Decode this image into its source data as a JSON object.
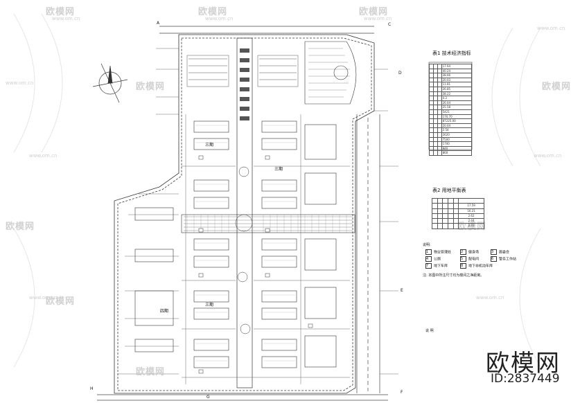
{
  "watermark": {
    "brand": "欧模网",
    "url": "www.om.cn",
    "id": "ID:2837449"
  },
  "tables": {
    "econ_title": "表1 技术经济指标",
    "econ_rows": [
      [
        "",
        "",
        "",
        "17.64"
      ],
      [
        "",
        "",
        "",
        "40.24"
      ],
      [
        "",
        "",
        "",
        "38.66"
      ],
      [
        "",
        "",
        "",
        "20.03"
      ],
      [
        "",
        "",
        "",
        "11.81"
      ],
      [
        "",
        "",
        "",
        "26.85"
      ],
      [
        "",
        "",
        "",
        "38.22"
      ],
      [
        "",
        "",
        "",
        "4.2"
      ],
      [
        "",
        "",
        "",
        "26.04"
      ],
      [
        "",
        "",
        "",
        "25.58"
      ],
      [
        "",
        "",
        "",
        "5421"
      ],
      [
        "",
        "",
        "",
        "170.70"
      ],
      [
        "",
        "",
        "",
        "87225.00"
      ],
      [
        "",
        "",
        "",
        "20.04"
      ],
      [
        "",
        "",
        "",
        "2.54"
      ],
      [
        "",
        "",
        "",
        "2620"
      ],
      [
        "",
        "",
        "",
        "7500"
      ],
      [
        "",
        "",
        "",
        "1700"
      ],
      [
        "",
        "",
        "",
        "840"
      ],
      [
        "",
        "",
        "",
        "860"
      ]
    ],
    "park_title": "表2 用地平衡表",
    "park_rows": [
      [
        "",
        "",
        "",
        "",
        "",
        ""
      ],
      [
        "",
        "",
        "",
        "",
        "",
        "17.59"
      ],
      [
        "",
        "",
        "",
        "",
        "",
        "16.21"
      ],
      [
        "",
        "",
        "",
        "",
        "",
        "2.62"
      ],
      [
        "",
        "",
        "",
        "",
        "",
        "2.44"
      ],
      [
        "",
        "",
        "",
        "",
        "",
        "2.31"
      ]
    ]
  },
  "legend": {
    "title": "说明:",
    "items": [
      {
        "num": "1",
        "text": "物业管理处"
      },
      {
        "num": "2",
        "text": "健身场"
      },
      {
        "num": "3",
        "text": "居委会"
      },
      {
        "num": "4",
        "text": "公厕"
      },
      {
        "num": "5",
        "text": "配电间"
      },
      {
        "num": "6",
        "text": "警务工作站"
      },
      {
        "num": "7",
        "text": "地下车库"
      },
      {
        "num": "8",
        "text": "地下非机动车库"
      }
    ],
    "note": "注: 本图中所注尺寸均为楼间之净距离。",
    "notes_title": "说 明"
  },
  "plan": {
    "markers": [
      "A",
      "C",
      "D",
      "E",
      "F",
      "G",
      "H"
    ],
    "block_labels": [
      "三期",
      "三期",
      "四期",
      "三期"
    ]
  }
}
